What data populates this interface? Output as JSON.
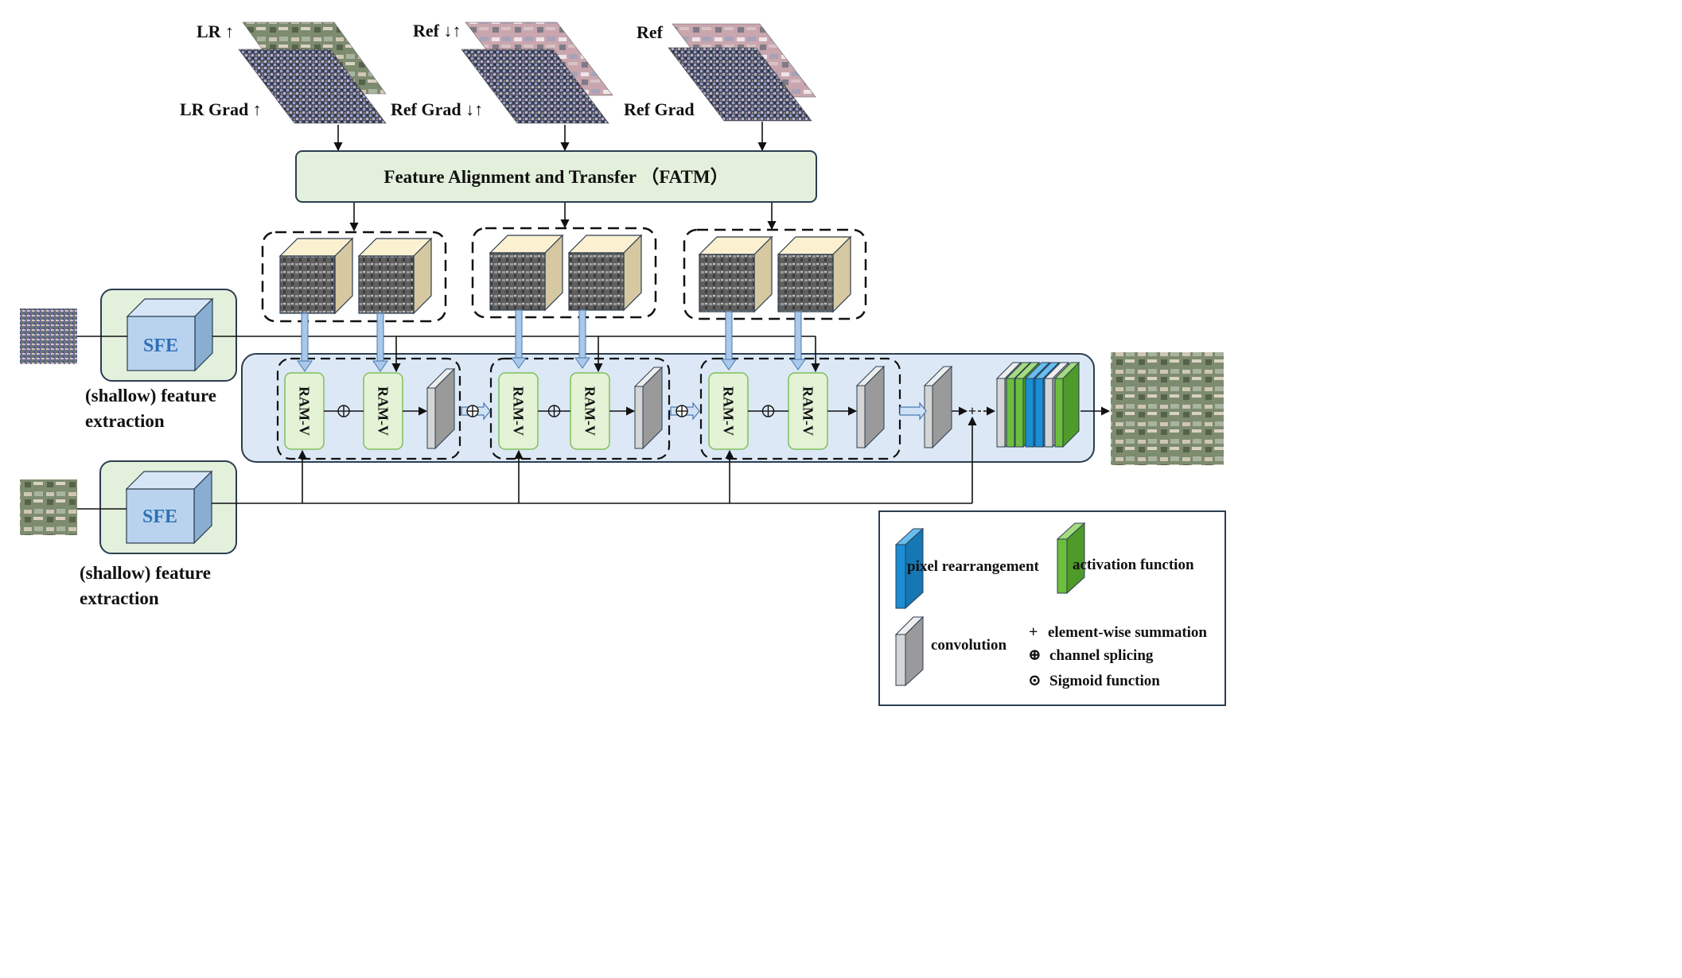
{
  "inputs": {
    "lr_up": "LR ↑",
    "lr_grad_up": "LR Grad ↑",
    "ref_downup": "Ref ↓↑",
    "ref_grad_downup": "Ref Grad ↓↑",
    "ref": "Ref",
    "ref_grad": "Ref Grad"
  },
  "fatm": {
    "label": "Feature Alignment and Transfer （FATM）"
  },
  "sfe": {
    "label": "SFE",
    "caption_line1": "(shallow) feature",
    "caption_line2": "extraction"
  },
  "ram": {
    "label": "RAM-V"
  },
  "legend": {
    "pixel_rearrangement": "pixel rearrangement",
    "activation_function": "activation function",
    "convolution": "convolution",
    "element_wise_summation": "element-wise summation",
    "channel_splicing": "channel splicing",
    "sigmoid_function": "Sigmoid function"
  },
  "symbols": {
    "plus": "+",
    "oplus": "⊕",
    "odot": "⊙"
  },
  "colors": {
    "fatm_fill": "#e3f0dc",
    "main_panel_fill": "#dce8f5",
    "sfe_panel_fill": "#e3f0dc",
    "sfe_cube": "#b9d3ee",
    "ram_fill": "#e4f2d6",
    "pixel_rearrangement": "#1a8fd6",
    "activation": "#6bbf3c",
    "convolution": "#c9c9c9"
  }
}
